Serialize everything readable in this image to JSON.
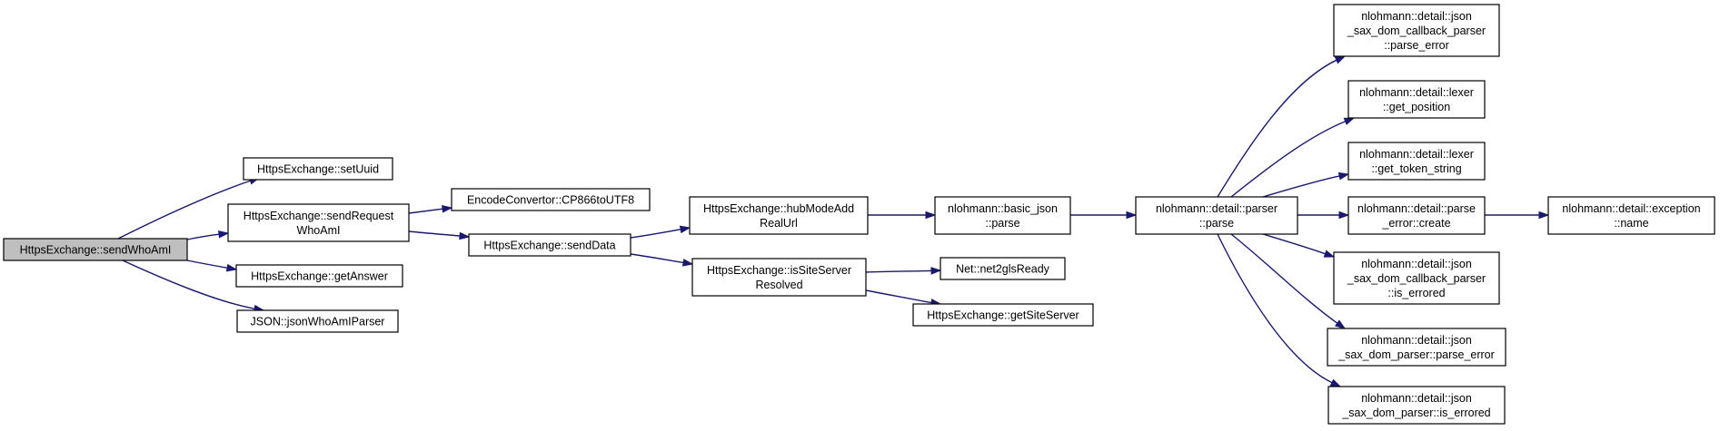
{
  "diagram": {
    "colors": {
      "edge": "#191970",
      "root_fill": "#bfbfbf",
      "node_fill": "#ffffff",
      "border": "#000000"
    },
    "nodes": [
      {
        "id": "sendWhoAmI",
        "lines": [
          "HttpsExchange::sendWhoAmI"
        ],
        "root": true
      },
      {
        "id": "setUuid",
        "lines": [
          "HttpsExchange::setUuid"
        ]
      },
      {
        "id": "sendRequestWhoAmI",
        "lines": [
          "HttpsExchange::sendRequest",
          "WhoAmI"
        ]
      },
      {
        "id": "getAnswer",
        "lines": [
          "HttpsExchange::getAnswer"
        ]
      },
      {
        "id": "jsonWhoAmIParser",
        "lines": [
          "JSON::jsonWhoAmIParser"
        ]
      },
      {
        "id": "CP866toUTF8",
        "lines": [
          "EncodeConvertor::CP866toUTF8"
        ]
      },
      {
        "id": "sendData",
        "lines": [
          "HttpsExchange::sendData"
        ]
      },
      {
        "id": "hubModeAddRealUrl",
        "lines": [
          "HttpsExchange::hubModeAdd",
          "RealUrl"
        ]
      },
      {
        "id": "isSiteServerResolved",
        "lines": [
          "HttpsExchange::isSiteServer",
          "Resolved"
        ]
      },
      {
        "id": "basicJsonParse",
        "lines": [
          "nlohmann::basic_json",
          "::parse"
        ]
      },
      {
        "id": "net2glsReady",
        "lines": [
          "Net::net2glsReady"
        ]
      },
      {
        "id": "getSiteServer",
        "lines": [
          "HttpsExchange::getSiteServer"
        ]
      },
      {
        "id": "parserParse",
        "lines": [
          "nlohmann::detail::parser",
          "::parse"
        ]
      },
      {
        "id": "cbParseError",
        "lines": [
          "nlohmann::detail::json",
          "_sax_dom_callback_parser",
          "::parse_error"
        ]
      },
      {
        "id": "lexerGetPosition",
        "lines": [
          "nlohmann::detail::lexer",
          "::get_position"
        ]
      },
      {
        "id": "lexerGetTokenString",
        "lines": [
          "nlohmann::detail::lexer",
          "::get_token_string"
        ]
      },
      {
        "id": "parseErrorCreate",
        "lines": [
          "nlohmann::detail::parse",
          "_error::create"
        ]
      },
      {
        "id": "cbIsErrored",
        "lines": [
          "nlohmann::detail::json",
          "_sax_dom_callback_parser",
          "::is_errored"
        ]
      },
      {
        "id": "domParseError",
        "lines": [
          "nlohmann::detail::json",
          "_sax_dom_parser::parse_error"
        ]
      },
      {
        "id": "domIsErrored",
        "lines": [
          "nlohmann::detail::json",
          "_sax_dom_parser::is_errored"
        ]
      },
      {
        "id": "exceptionName",
        "lines": [
          "nlohmann::detail::exception",
          "::name"
        ]
      }
    ],
    "edges": [
      [
        "sendWhoAmI",
        "setUuid"
      ],
      [
        "sendWhoAmI",
        "sendRequestWhoAmI"
      ],
      [
        "sendWhoAmI",
        "getAnswer"
      ],
      [
        "sendWhoAmI",
        "jsonWhoAmIParser"
      ],
      [
        "sendRequestWhoAmI",
        "CP866toUTF8"
      ],
      [
        "sendRequestWhoAmI",
        "sendData"
      ],
      [
        "sendData",
        "hubModeAddRealUrl"
      ],
      [
        "sendData",
        "isSiteServerResolved"
      ],
      [
        "hubModeAddRealUrl",
        "basicJsonParse"
      ],
      [
        "isSiteServerResolved",
        "net2glsReady"
      ],
      [
        "isSiteServerResolved",
        "getSiteServer"
      ],
      [
        "basicJsonParse",
        "parserParse"
      ],
      [
        "parserParse",
        "cbParseError"
      ],
      [
        "parserParse",
        "lexerGetPosition"
      ],
      [
        "parserParse",
        "lexerGetTokenString"
      ],
      [
        "parserParse",
        "parseErrorCreate"
      ],
      [
        "parserParse",
        "cbIsErrored"
      ],
      [
        "parserParse",
        "domParseError"
      ],
      [
        "parserParse",
        "domIsErrored"
      ],
      [
        "parseErrorCreate",
        "exceptionName"
      ]
    ]
  }
}
